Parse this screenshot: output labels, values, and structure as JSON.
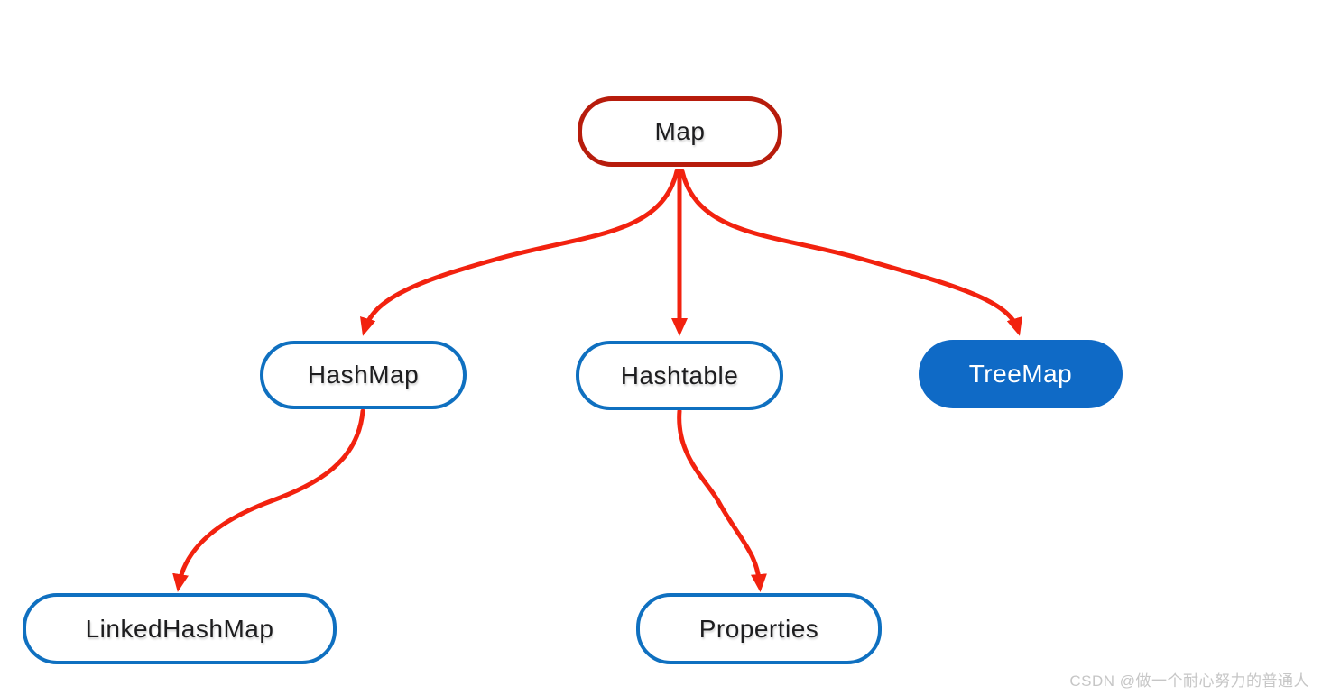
{
  "colors": {
    "map-red": "#b71c0c",
    "arrow-red": "#f2220f",
    "node-blue": "#0f70c0",
    "treemap-fill": "#0f6ac6",
    "treemap-text": "#ffffff",
    "node-text": "#1d1d1f",
    "watermark-gray": "#c6c6c6"
  },
  "diagram": {
    "type": "hierarchy",
    "nodes": [
      {
        "id": "map",
        "label": "Map",
        "variant": "red-outline"
      },
      {
        "id": "hashmap",
        "label": "HashMap",
        "variant": "blue-outline"
      },
      {
        "id": "hashtable",
        "label": "Hashtable",
        "variant": "blue-outline"
      },
      {
        "id": "treemap",
        "label": "TreeMap",
        "variant": "blue-filled"
      },
      {
        "id": "linkedhashmap",
        "label": "LinkedHashMap",
        "variant": "blue-outline"
      },
      {
        "id": "properties",
        "label": "Properties",
        "variant": "blue-outline"
      }
    ],
    "edges": [
      {
        "from": "Map",
        "to": "HashMap"
      },
      {
        "from": "Map",
        "to": "Hashtable"
      },
      {
        "from": "Map",
        "to": "TreeMap"
      },
      {
        "from": "HashMap",
        "to": "LinkedHashMap"
      },
      {
        "from": "Hashtable",
        "to": "Properties"
      }
    ]
  },
  "watermark": {
    "text": "CSDN @做一个耐心努力的普通人"
  }
}
